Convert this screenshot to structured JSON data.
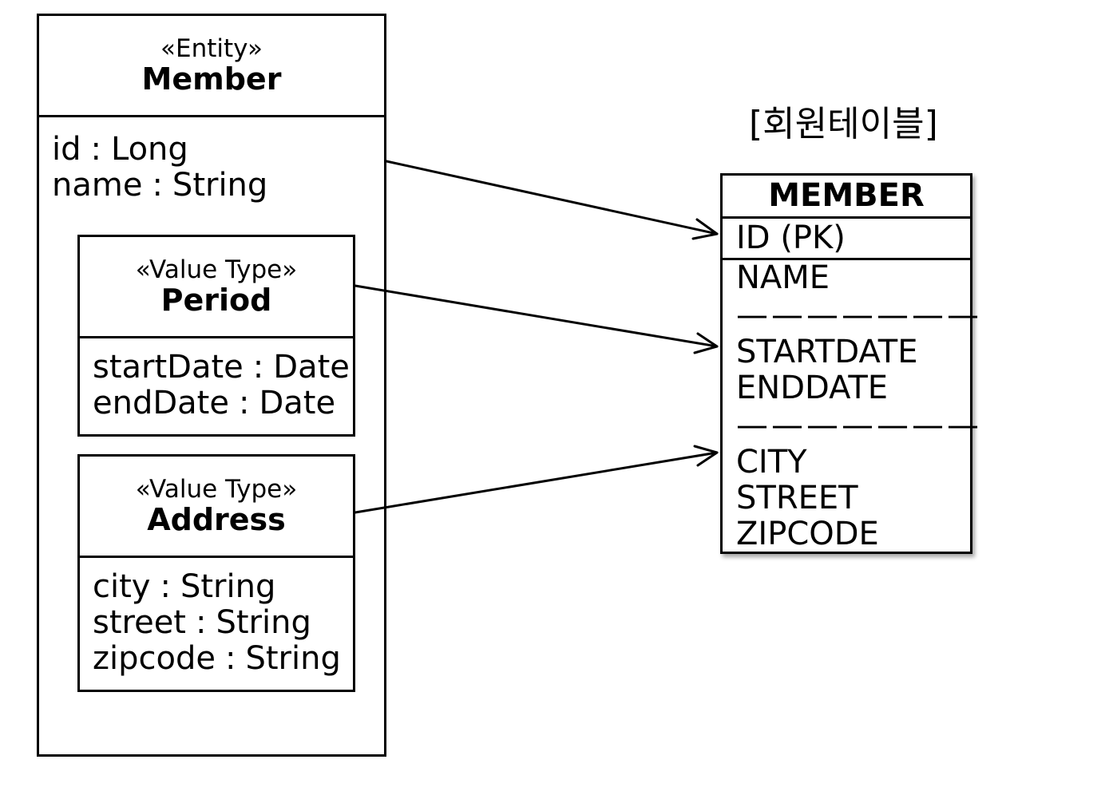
{
  "entity": {
    "stereotype": "«Entity»",
    "name": "Member",
    "attributes": [
      {
        "name": "id",
        "type": "Long"
      },
      {
        "name": "name",
        "type": "String"
      }
    ]
  },
  "value_types": [
    {
      "stereotype": "«Value Type»",
      "name": "Period",
      "attributes": [
        {
          "name": "startDate",
          "type": "Date"
        },
        {
          "name": "endDate",
          "type": "Date"
        }
      ]
    },
    {
      "stereotype": "«Value Type»",
      "name": "Address",
      "attributes": [
        {
          "name": "city",
          "type": "String"
        },
        {
          "name": "street",
          "type": "String"
        },
        {
          "name": "zipcode",
          "type": "String"
        }
      ]
    }
  ],
  "separator": ":",
  "table": {
    "title": "[회원테이블]",
    "name": "MEMBER",
    "pk_column": "ID (PK)",
    "column_groups": [
      [
        "NAME"
      ],
      [
        "STARTDATE",
        "ENDDATE"
      ],
      [
        "CITY",
        "STREET",
        "ZIPCODE"
      ]
    ],
    "group_divider": "———————"
  },
  "connections": [
    {
      "from": "Member",
      "to": "ID (PK)"
    },
    {
      "from": "Period",
      "to": "STARTDATE"
    },
    {
      "from": "Address",
      "to": "CITY"
    }
  ]
}
